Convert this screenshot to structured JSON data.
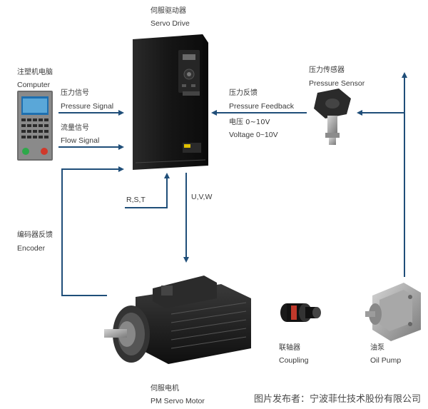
{
  "servo_drive": {
    "cn": "伺服驱动器",
    "en": "Servo Drive"
  },
  "computer": {
    "cn": "注塑机电脑",
    "en": "Computer"
  },
  "pressure_signal": {
    "cn": "压力信号",
    "en": "Pressure Signal"
  },
  "flow_signal": {
    "cn": "流量信号",
    "en": "Flow Signal"
  },
  "pressure_feedback": {
    "cn": "压力反馈",
    "en": "Pressure Feedback"
  },
  "voltage": {
    "cn": "电压 0~10V",
    "en": "Voltage 0~10V"
  },
  "pressure_sensor": {
    "cn": "压力传感器",
    "en": "Pressure Sensor"
  },
  "rst": "R,S,T",
  "uvw": "U,V,W",
  "encoder": {
    "cn": "编码器反馈",
    "en": "Encoder"
  },
  "coupling": {
    "cn": "联轴器",
    "en": "Coupling"
  },
  "oil_pump": {
    "cn": "油泵",
    "en": "Oil Pump"
  },
  "servo_motor": {
    "cn": "伺服电机",
    "en": "PM Servo Motor"
  },
  "credit": "图片发布者：宁波菲仕技术股份有限公司",
  "colors": {
    "arrow": "#1f4e79",
    "device_dark": "#1b1b1b",
    "metal": "#9a9a9a"
  },
  "icons": {
    "servo_drive": "servo-drive-icon",
    "computer": "computer-panel-icon",
    "pressure_sensor": "pressure-sensor-icon",
    "servo_motor": "servo-motor-icon",
    "coupling": "coupling-icon",
    "oil_pump": "oil-pump-icon"
  }
}
